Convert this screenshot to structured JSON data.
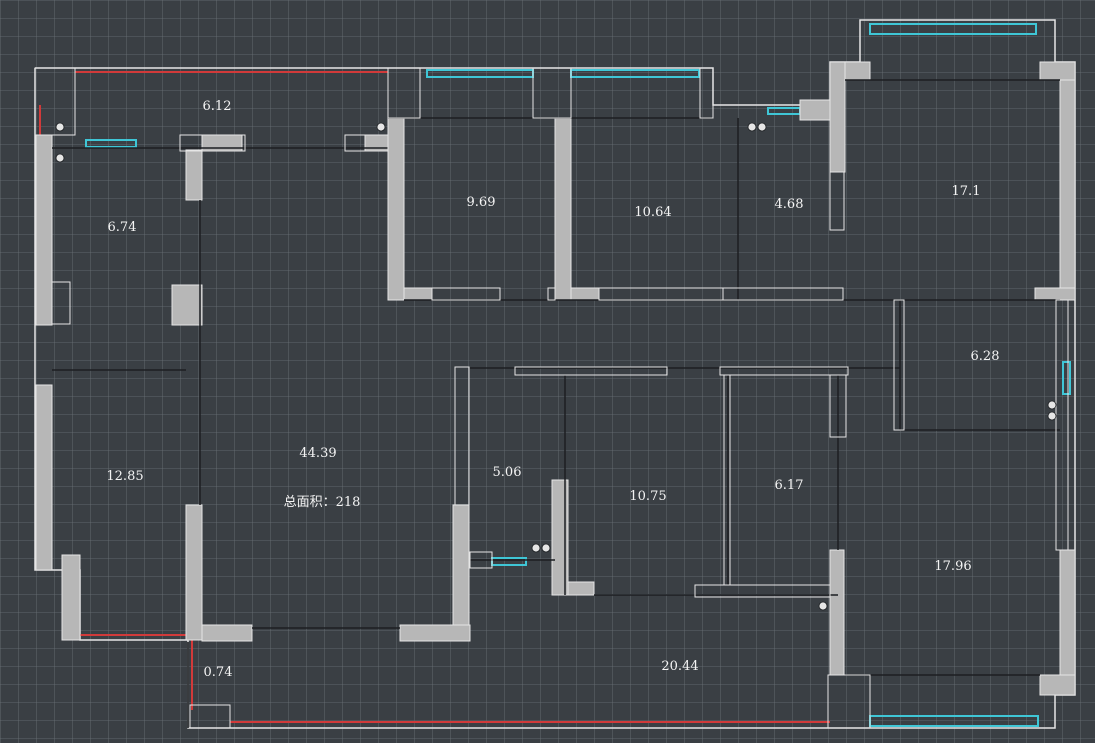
{
  "colors": {
    "background": "#3a3f44",
    "grid": "#6b7178",
    "wall_fill": "#b7b7b7",
    "wall_outline": "#e6e6e6",
    "room_line": "#1c1f22",
    "window": "#3fc6d6",
    "exterior_red": "#d13a3a"
  },
  "icons": [
    "socket-icon"
  ],
  "rooms": [
    {
      "id": "r1",
      "area": "6.12"
    },
    {
      "id": "r2",
      "area": "6.74"
    },
    {
      "id": "r3",
      "area": "9.69"
    },
    {
      "id": "r4",
      "area": "10.64"
    },
    {
      "id": "r5",
      "area": "4.68"
    },
    {
      "id": "r6",
      "area": "17.1"
    },
    {
      "id": "r7",
      "area": "6.28"
    },
    {
      "id": "r8",
      "area": "12.85"
    },
    {
      "id": "r9",
      "area": "44.39"
    },
    {
      "id": "r10",
      "area": "5.06"
    },
    {
      "id": "r11",
      "area": "10.75"
    },
    {
      "id": "r12",
      "area": "6.17"
    },
    {
      "id": "r13",
      "area": "17.96"
    },
    {
      "id": "r14",
      "area": "0.74"
    },
    {
      "id": "r15",
      "area": "20.44"
    }
  ],
  "total": {
    "label": "总面积：218"
  }
}
